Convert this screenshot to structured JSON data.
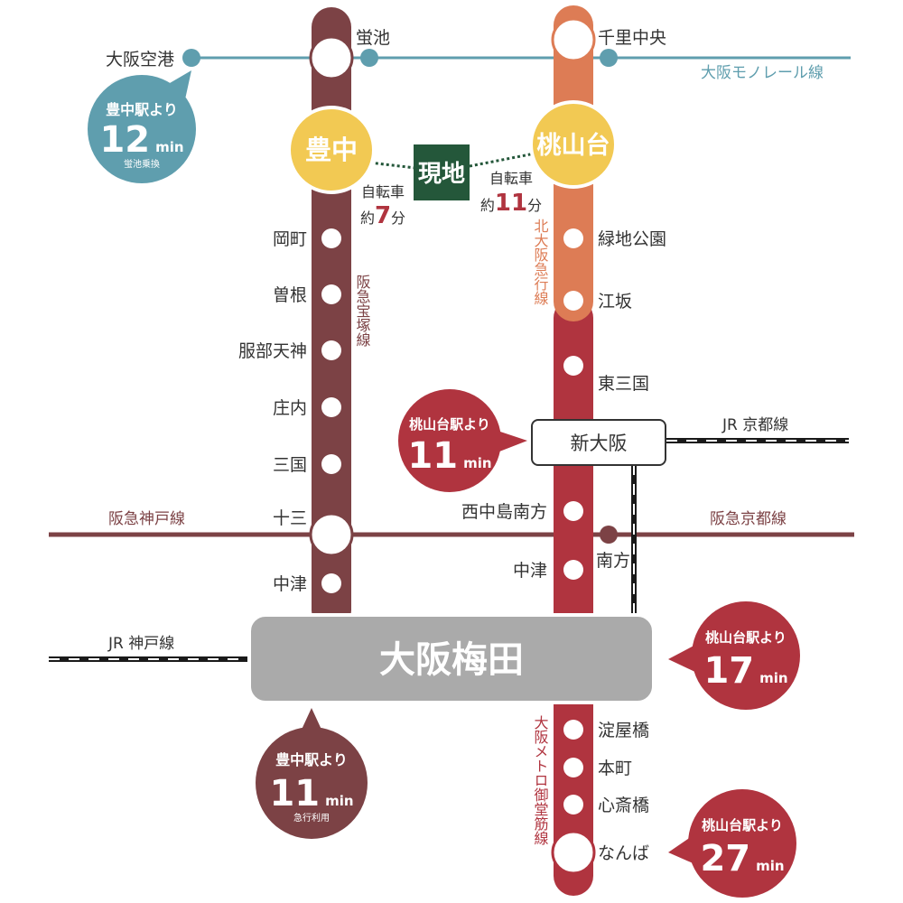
{
  "colors": {
    "hankyu": "#7c4245",
    "kitakyu": "#dd7c55",
    "midosuji": "#b0343f",
    "monorail": "#5f9eae",
    "jr": "#1a1a1a",
    "umeda_box": "#aaaaaa",
    "site_box": "#24573a",
    "highlight": "#f2c953",
    "bubble_umeda_toyonaka": "#7c4245",
    "bubble_airport": "#5f9eae",
    "bubble_momoyamadai": "#b0343f",
    "bike_minutes": "#b0343f"
  },
  "stations": {
    "hotarugaike": "蛍池",
    "senri_chuo": "千里中央",
    "osaka_airport": "大阪空港",
    "toyonaka": "豊中",
    "momoyamadai": "桃山台",
    "okamachi": "岡町",
    "sone": "曽根",
    "hattori_tenjin": "服部天神",
    "shonai": "庄内",
    "mikuni": "三国",
    "juso": "十三",
    "nakatsu_hankyu": "中津",
    "ryokuchi_koen": "緑地公園",
    "esaka": "江坂",
    "higashi_mikuni": "東三国",
    "shin_osaka": "新大阪",
    "nishinakajima_minamigata": "西中島南方",
    "minamikata": "南方",
    "nakatsu_midosuji": "中津",
    "osaka_umeda": "大阪梅田",
    "yodoyabashi": "淀屋橋",
    "honmachi": "本町",
    "shinsaibashi": "心斎橋",
    "namba": "なんば"
  },
  "lines": {
    "monorail": "大阪モノレール線",
    "jr_kyoto": "JR 京都線",
    "jr_kobe": "JR 神戸線",
    "hankyu_kobe": "阪急神戸線",
    "hankyu_kyoto": "阪急京都線",
    "hankyu_takarazuka": "阪急宝塚線",
    "kitakyu": "北大阪急行線",
    "midosuji": "大阪メトロ御堂筋線"
  },
  "site": {
    "label": "現地",
    "bike_to_toyonaka": {
      "label": "自転車",
      "prefix": "約",
      "minutes": "7",
      "unit": "分"
    },
    "bike_to_momoyamadai": {
      "label": "自転車",
      "prefix": "約",
      "minutes": "11",
      "unit": "分"
    }
  },
  "bubbles": {
    "airport": {
      "from": "豊中駅より",
      "minutes": "12",
      "unit": "min",
      "note": "蛍池乗換"
    },
    "shin_osaka": {
      "from": "桃山台駅より",
      "minutes": "11",
      "unit": "min"
    },
    "umeda_momoyamadai": {
      "from": "桃山台駅より",
      "minutes": "17",
      "unit": "min"
    },
    "umeda_toyonaka": {
      "from": "豊中駅より",
      "minutes": "11",
      "unit": "min",
      "note": "急行利用"
    },
    "namba": {
      "from": "桃山台駅より",
      "minutes": "27",
      "unit": "min"
    }
  }
}
